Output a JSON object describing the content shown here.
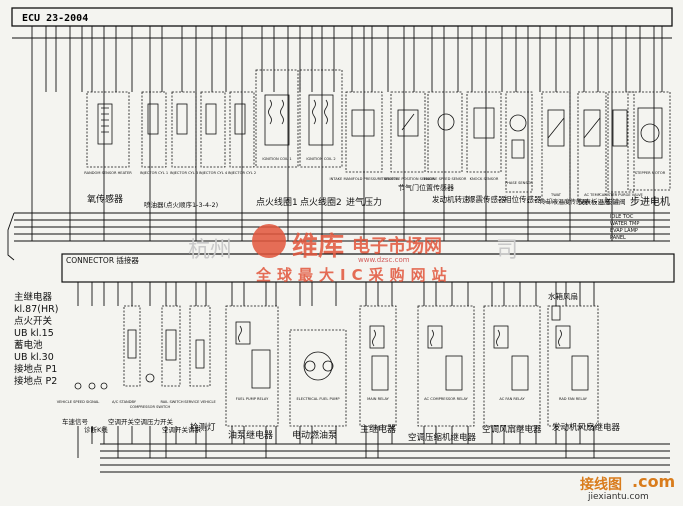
{
  "ecu_header": "ECU 23-2004",
  "module_labels": {
    "top_row": [
      {
        "en": "RANDOM SENSOR HEATER",
        "cn": "氧传感器"
      },
      {
        "en": "INJECTOR CYL 1",
        "cn": ""
      },
      {
        "en": "INJECTOR CYL 3",
        "cn": "喷油器(点火顺序1-3-4-2)"
      },
      {
        "en": "INJECTOR CYL 4",
        "cn": ""
      },
      {
        "en": "INJECTOR CYL 2",
        "cn": ""
      },
      {
        "en": "IGNITION COIL 1",
        "cn": "点火线圈1"
      },
      {
        "en": "IGNITION COIL 2",
        "cn": "点火线圈2"
      },
      {
        "en": "INTAKE MANIFOLD PRESSURE SENSOR",
        "cn": "进气压力"
      },
      {
        "en": "THROTTLE POSITION SENSOR",
        "cn": "节气门位置传感器"
      },
      {
        "en": "ENGINE SPEED SENSOR",
        "cn": "发动机转速"
      },
      {
        "en": "KNOCK SENSOR",
        "cn": "爆震传感器"
      },
      {
        "en": "PHASE SENSOR",
        "cn": "相位传感器"
      },
      {
        "en": "TWAT",
        "cn": "冷却液温度传感器"
      },
      {
        "en": "AC TEMP",
        "cn": "仪表板温度"
      },
      {
        "en": "CANISTER PURGE VALVE",
        "cn": "炭罐阀"
      },
      {
        "en": "STEPPER MOTOR",
        "cn": "步进电机"
      }
    ],
    "bus_lines": [
      "WATER TMP",
      "EVAP LAMP",
      "PANEL",
      "IDLE TOC"
    ],
    "connector": "CONNECTOR 插接器",
    "water_fan": "水箱风扇",
    "left_legend": [
      "主继电器",
      "kl.87(HR)",
      "点火开关",
      "UB kl.15",
      "蓄电池",
      "UB kl.30",
      "接地点 P1",
      "接地点 P2"
    ],
    "bottom_row": [
      {
        "en": "VEHICLE SPEED SIGNAL",
        "cn": "车速信号"
      },
      {
        "en": "",
        "cn": "诊断K线"
      },
      {
        "en": "A/C STANDBY",
        "cn": "空调开关"
      },
      {
        "en": "COMPRESSOR SWITCH",
        "cn": "空调压力开关"
      },
      {
        "en": "RAIL SWITCH",
        "cn": "空调开关请求"
      },
      {
        "en": "SERVICE VEHICLE",
        "cn": "检测灯"
      },
      {
        "en": "FUEL PUMP RELAY",
        "cn": "油泵继电器"
      },
      {
        "en": "ELECTRICAL FUEL PUMP",
        "cn": "电动燃油泵"
      },
      {
        "en": "MAIN RELAY",
        "cn": "主继电器"
      },
      {
        "en": "AC COMPRESSOR RELAY",
        "cn": "空调压缩机继电器"
      },
      {
        "en": "AC FAN RELAY",
        "cn": "空调风扇继电器"
      },
      {
        "en": "RAD FAN RELAY",
        "cn": "发动机风扇继电器"
      }
    ]
  },
  "watermarks": {
    "top": "杭州",
    "brand": "维库",
    "site": "电子市场网",
    "domain": "www.dzsc.com",
    "right": "司",
    "slogan": "全球最大IC采购网站",
    "footer_cn": "接线图",
    "footer_com": ".com",
    "footer_url": "jiexiantu.com"
  },
  "colors": {
    "line": "#1a1a1a",
    "paper": "#f4f4f0",
    "watermark_red": "#e2553b",
    "footer_orange": "#d97c1c"
  }
}
